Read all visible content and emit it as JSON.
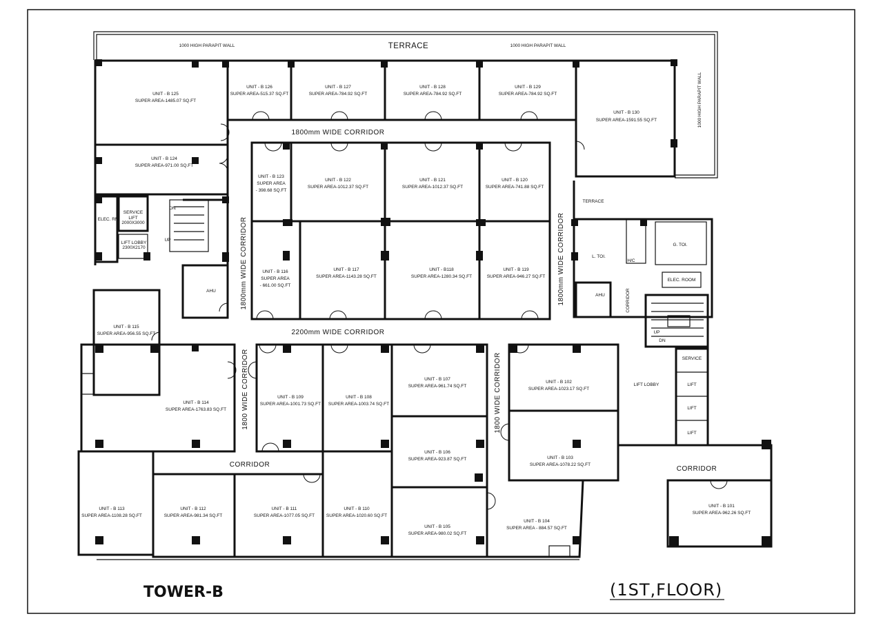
{
  "title": "TOWER-B",
  "floor": "(1ST,FLOOR)",
  "labels": {
    "terrace": "TERRACE",
    "terrace_small": "TERRACE",
    "parapit_1": "1000 HIGH PARAPIT WALL",
    "parapit_2": "1000 HIGH PARAPIT WALL",
    "parapit_3": "1000 HIGH PARAPIT WALL",
    "corridor_1800_top": "1800mm WIDE CORRIDOR",
    "corridor_2200": "2200mm WIDE CORRIDOR",
    "corridor_1800_left": "1800mm WIDE CORRIDOR",
    "corridor_1800_right": "1800mm WIDE CORRIDOR",
    "corridor_1800_mid": "1800 WIDE CORRIDOR",
    "corridor_1800_east": "1800 WIDE CORRIDOR",
    "corridor_bottom": "CORRIDOR",
    "corridor_right": "CORRIDOR",
    "corridor_small": "CORRIDOR",
    "lift_lobby": "LIFT LOBBY",
    "lift_lobby_small": "LIFT LOBBY",
    "lift_lobby_size": "2300X2170",
    "service_lift": "SERVICE",
    "service_lift_2": "LIFT",
    "service_lift_size": "2000X3000",
    "elec_rm": "ELEC. RM",
    "elec_room": "ELEC. ROOM",
    "ahu_1": "AHU",
    "ahu_2": "AHU",
    "l_toi": "L. TOI.",
    "g_toi": "G. TOI.",
    "hc": "H/C",
    "up_1": "UP",
    "up_2": "UP",
    "dn_1": "DN",
    "dn_2": "DN",
    "service_2": "SERVICE",
    "lift_a": "LIFT",
    "lift_b": "LIFT",
    "lift_c": "LIFT"
  },
  "units": [
    {
      "id": "b125",
      "name": "UNIT - B 125",
      "area": "SUPER AREA-1485.07 SQ.FT"
    },
    {
      "id": "b126",
      "name": "UNIT - B 126",
      "area": "SUPER AREA-515.37 SQ.FT"
    },
    {
      "id": "b127",
      "name": "UNIT - B 127",
      "area": "SUPER AREA-784.92 SQ.FT"
    },
    {
      "id": "b128",
      "name": "UNIT - B 128",
      "area": "SUPER AREA-784.92 SQ.FT"
    },
    {
      "id": "b129",
      "name": "UNIT - B 129",
      "area": "SUPER AREA-784.92 SQ.FT"
    },
    {
      "id": "b130",
      "name": "UNIT - B 130",
      "area": "SUPER AREA-1591.55 SQ.FT"
    },
    {
      "id": "b124",
      "name": "UNIT - B 124",
      "area": "SUPER AREA-971.00 SQ.FT"
    },
    {
      "id": "b123",
      "name": "UNIT - B 123",
      "area": "SUPER AREA",
      "area2": "- 398.68 SQ.FT"
    },
    {
      "id": "b122",
      "name": "UNIT - B 122",
      "area": "SUPER AREA-1012.37 SQ.FT"
    },
    {
      "id": "b121",
      "name": "UNIT - B 121",
      "area": "SUPER AREA-1012.37 SQ.FT"
    },
    {
      "id": "b120",
      "name": "UNIT - B 120",
      "area": "SUPER AREA-741.88 SQ.FT"
    },
    {
      "id": "b116",
      "name": "UNIT - B 116",
      "area": "SUPER AREA",
      "area2": "- 661.00 SQ.FT"
    },
    {
      "id": "b117",
      "name": "UNIT - B 117",
      "area": "SUPER AREA-1143.28 SQ.FT"
    },
    {
      "id": "b118",
      "name": "UNIT - B118",
      "area": "SUPER AREA-1280.34 SQ.FT"
    },
    {
      "id": "b119",
      "name": "UNIT - B 119",
      "area": "SUPER AREA-946.27 SQ.FT"
    },
    {
      "id": "b115",
      "name": "UNIT - B 115",
      "area": "SUPER AREA-956.55 SQ.FT"
    },
    {
      "id": "b114",
      "name": "UNIT - B 114",
      "area": "SUPER AREA-1763.83 SQ.FT"
    },
    {
      "id": "b109",
      "name": "UNIT - B 109",
      "area": "SUPER AREA-1001.73 SQ.FT"
    },
    {
      "id": "b108",
      "name": "UNIT - B 108",
      "area": "SUPER AREA-1003.74 SQ.FT"
    },
    {
      "id": "b107",
      "name": "UNIT - B 107",
      "area": "SUPER AREA-961.74 SQ.FT"
    },
    {
      "id": "b106",
      "name": "UNIT - B 106",
      "area": "SUPER AREA-923.87 SQ.FT"
    },
    {
      "id": "b102",
      "name": "UNIT - B 102",
      "area": "SUPER AREA-1023.17 SQ.FT"
    },
    {
      "id": "b103",
      "name": "UNIT - B 103",
      "area": "SUPER AREA-1078.22 SQ.FT"
    },
    {
      "id": "b113",
      "name": "UNIT - B 113",
      "area": "SUPER AREA-1108.28 SQ.FT"
    },
    {
      "id": "b112",
      "name": "UNIT - B 112",
      "area": "SUPER AREA-981.34 SQ.FT"
    },
    {
      "id": "b111",
      "name": "UNIT - B 111",
      "area": "SUPER AREA-1077.05 SQ.FT"
    },
    {
      "id": "b110",
      "name": "UNIT - B 110",
      "area": "SUPER AREA-1020.60 SQ.FT"
    },
    {
      "id": "b105",
      "name": "UNIT - B 105",
      "area": "SUPER AREA-980.02 SQ.FT"
    },
    {
      "id": "b104",
      "name": "UNIT - B 104",
      "area": "SUPER AREA - 884.57 SQ.FT"
    },
    {
      "id": "b101",
      "name": "UNIT - B 101",
      "area": "SUPER AREA-962.26 SQ.FT"
    }
  ]
}
